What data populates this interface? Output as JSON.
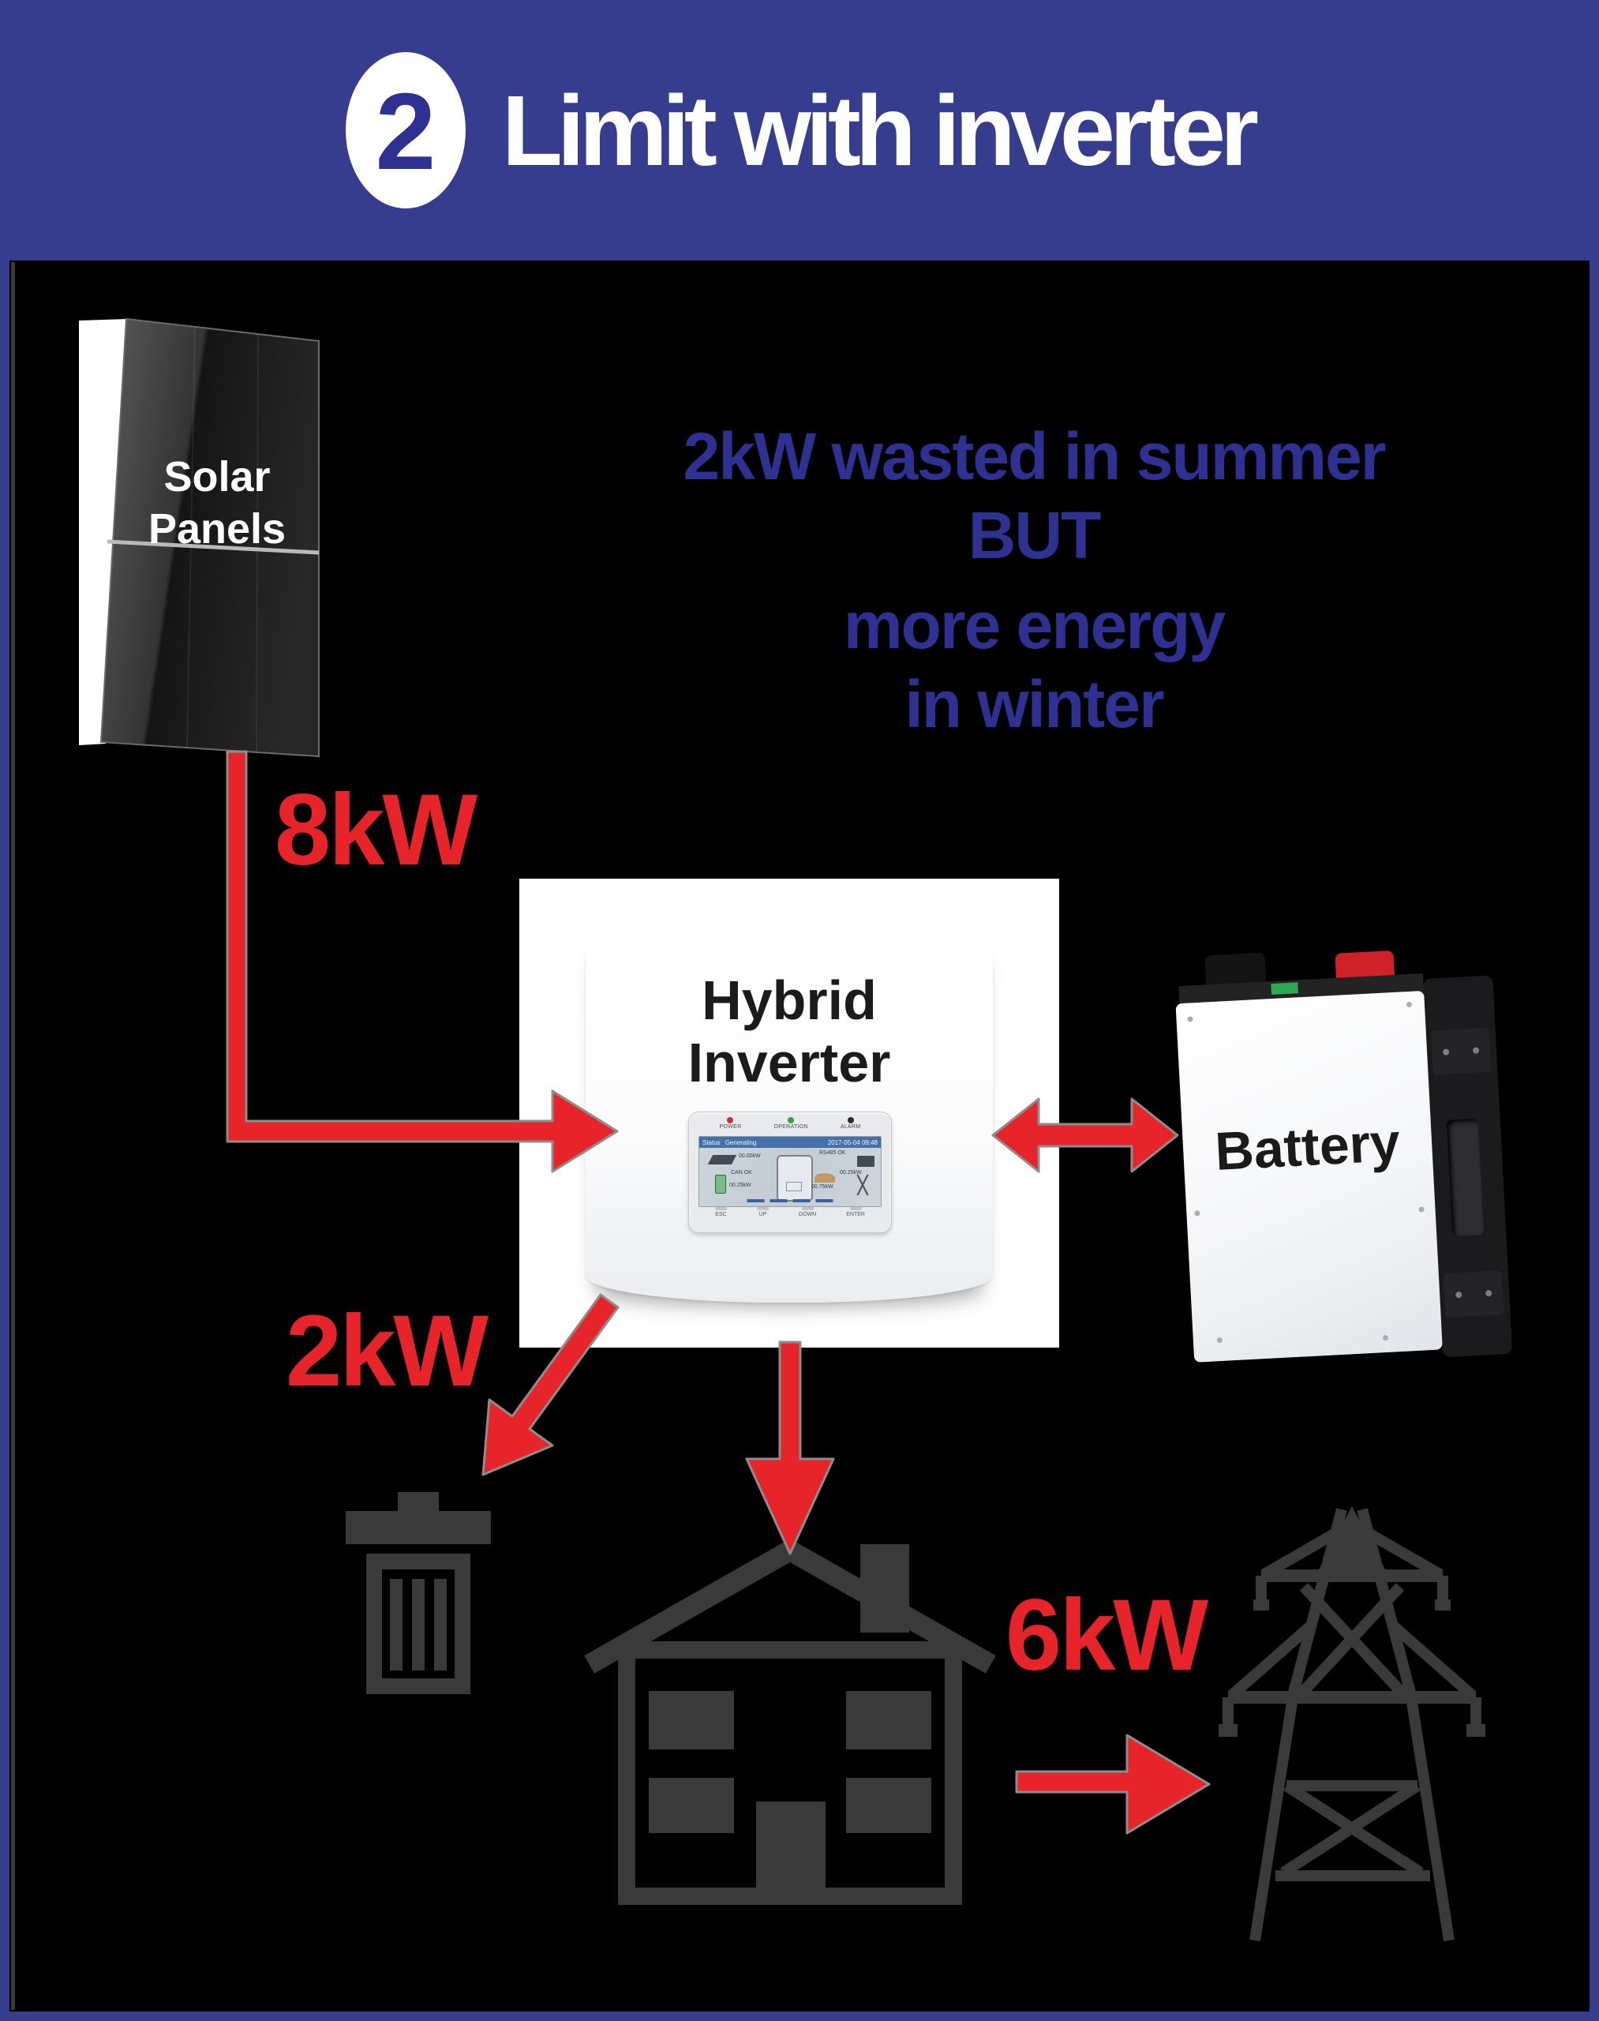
{
  "header": {
    "badge": "2",
    "title": "Limit with inverter"
  },
  "palette": {
    "banner_blue": "#363c8e",
    "note_blue": "#2e3192",
    "flow_red": "#e8242b",
    "icon_gray": "#3a3a3a",
    "background": "#000000"
  },
  "diagram": {
    "solar_panels": {
      "label": [
        "Solar",
        "Panels"
      ]
    },
    "summer_note": {
      "lines": [
        "2kW wasted in summer",
        "BUT",
        "more energy",
        "in winter"
      ]
    },
    "flows": {
      "panels_to_inverter": "8kW",
      "wasted_to_bin": "2kW",
      "house_to_grid": "6kW"
    },
    "inverter": {
      "label": [
        "Hybrid",
        "Inverter"
      ],
      "screen": {
        "leds": [
          {
            "name": "power",
            "label": "POWER",
            "color": "#c2332f"
          },
          {
            "name": "operation",
            "label": "OPERATION",
            "color": "#35a147"
          },
          {
            "name": "alarm",
            "label": "ALARM",
            "color": "#2b2b2b"
          }
        ],
        "status_label": "Status",
        "status_value": "Generating",
        "datetime": "2017-05-04 09:48",
        "readouts": {
          "pv": "00.00kW",
          "can": "CAN OK",
          "battery": "00.25kW",
          "rs485": "RS485 OK",
          "grid": "00.25kW",
          "load": "00.75kW"
        },
        "buttons": [
          "ESC",
          "UP",
          "DOWN",
          "ENTER"
        ]
      }
    },
    "battery": {
      "label": "Battery"
    },
    "icons": {
      "waste": "trash-icon",
      "home": "house-icon",
      "grid": "transmission-tower-icon"
    }
  }
}
